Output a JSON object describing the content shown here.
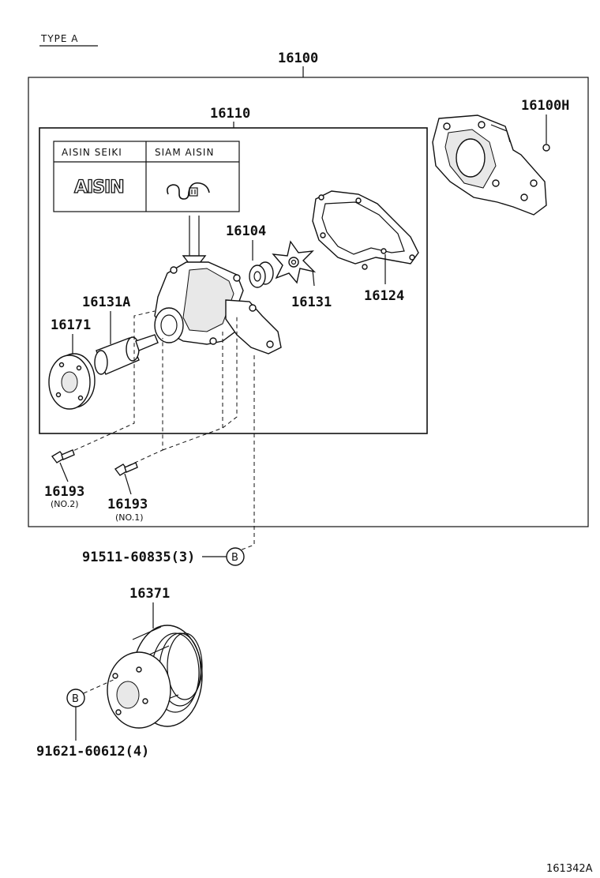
{
  "header": {
    "type_label": "TYPE A"
  },
  "assembly": {
    "main_number": "16100",
    "sub_assembly_number": "16110"
  },
  "maker_box": {
    "left_title": "AISIN SEIKI",
    "right_title": "SIAM AISIN",
    "left_logo_text": "AISIN"
  },
  "parts": {
    "p16100H": "16100H",
    "p16104": "16104",
    "p16131": "16131",
    "p16124": "16124",
    "p16131A": "16131A",
    "p16171": "16171",
    "p16193_a": "16193",
    "p16193_a_note": "(NO.2)",
    "p16193_b": "16193",
    "p16193_b_note": "(NO.1)",
    "bolt_b1": "91511-60835(3)",
    "p16371": "16371",
    "bolt_b2": "91621-60612(4)"
  },
  "callouts": {
    "ref_letter": "B"
  },
  "footer": {
    "diagram_code": "161342A"
  }
}
